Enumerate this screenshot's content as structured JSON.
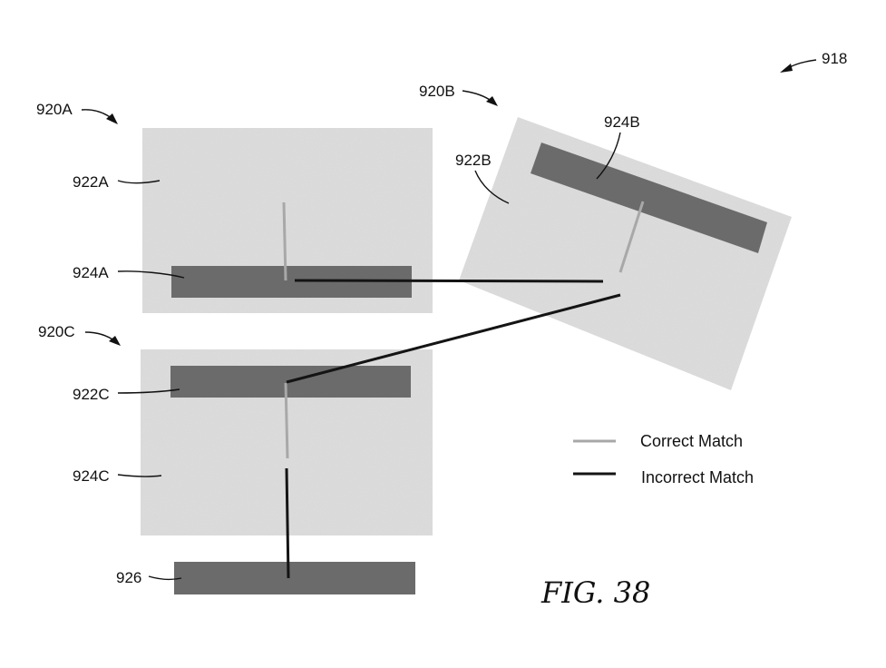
{
  "figure": {
    "figure_label": "FIG. 38",
    "overall_ref": "918",
    "colors": {
      "panel": "#dedede",
      "bar": "#6b6b6b",
      "correct_match": "#a8a8a8",
      "incorrect_match": "#141414"
    }
  },
  "panels": [
    {
      "ref": "920A",
      "region_ref": "922A",
      "bar_ref": "924A"
    },
    {
      "ref": "920B",
      "region_ref": "922B",
      "bar_ref": "924B"
    },
    {
      "ref": "920C",
      "region_ref": "922C",
      "bar_ref": "924C"
    }
  ],
  "extra_bar_ref": "926",
  "legend": {
    "correct_label": "Correct Match",
    "incorrect_label": "Incorrect Match"
  }
}
